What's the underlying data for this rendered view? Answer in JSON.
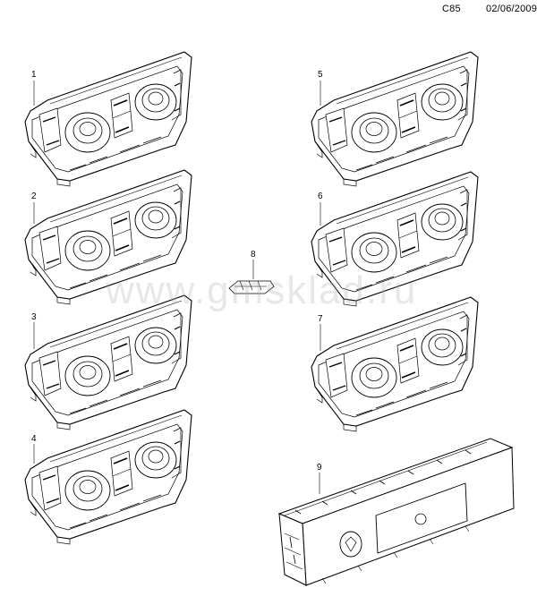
{
  "header": {
    "code": "C85",
    "date": "02/06/2009"
  },
  "watermark": "www.gmsklad.ru",
  "callouts": [
    "1",
    "2",
    "3",
    "4",
    "5",
    "6",
    "7",
    "8",
    "9"
  ]
}
